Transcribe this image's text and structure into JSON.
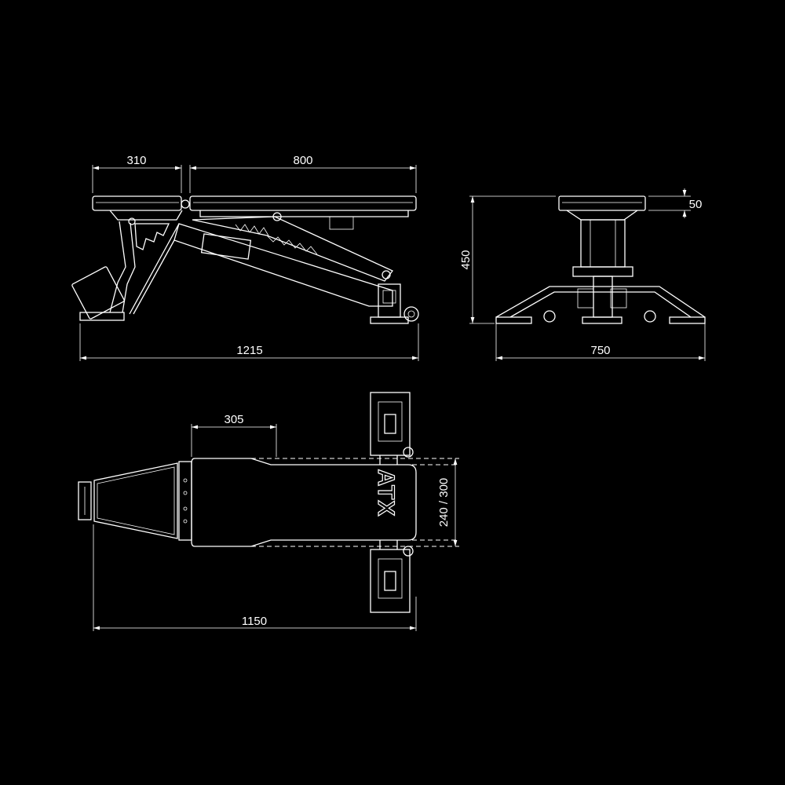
{
  "dimensions": {
    "backrest_length": "310",
    "seat_length": "800",
    "total_length_side": "1215",
    "height": "450",
    "pad_thickness": "50",
    "base_width": "750",
    "seat_top_offset": "305",
    "pad_width": "240 / 300",
    "total_length_top": "1150"
  },
  "logo": {
    "text": "ATX"
  },
  "colors": {
    "background": "#000000",
    "lines": "#ffffff"
  }
}
